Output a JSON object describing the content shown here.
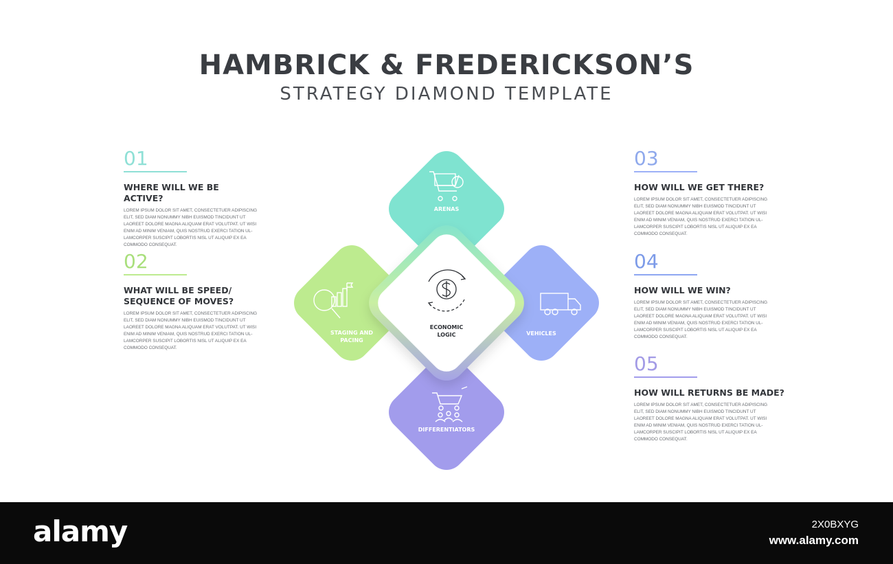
{
  "header": {
    "title": "HAMBRICK & FREDERICKSON’S",
    "subtitle": "STRATEGY DIAMOND TEMPLATE"
  },
  "colors": {
    "teal": "#7fe3d0",
    "green": "#bdeb8f",
    "blue": "#9db0f7",
    "purple": "#a29cec",
    "num01": "#8fe0d6",
    "num02": "#a9df7c",
    "num03": "#8fa9ec",
    "num04": "#7d9be8",
    "num05": "#a39be6"
  },
  "steps": [
    {
      "number": "01",
      "question": "WHERE WILL WE BE ACTIVE?",
      "body": "LOREM IPSUM DOLOR SIT AMET, CONSECTETUER ADIPISCING ELIT, SED DIAM NONUMMY NIBH EUISMOD TINCIDUNT UT LAOREET DOLORE MAGNA ALIQUAM ERAT VOLUTPAT. UT WISI ENIM AD MINIM VENIAM, QUIS NOSTRUD EXERCI TATION UL-LAMCORPER SUSCIPIT LOBORTIS NISL UT ALIQUIP EX EA COMMODO CONSEQUAT."
    },
    {
      "number": "02",
      "question": "WHAT WILL BE SPEED/\nSEQUENCE OF MOVES?",
      "body": "LOREM IPSUM DOLOR SIT AMET, CONSECTETUER ADIPISCING ELIT, SED DIAM NONUMMY NIBH EUISMOD TINCIDUNT UT LAOREET DOLORE MAGNA ALIQUAM ERAT VOLUTPAT. UT WISI ENIM AD MINIM VENIAM, QUIS NOSTRUD EXERCI TATION UL-LAMCORPER SUSCIPIT LOBORTIS NISL UT ALIQUIP EX EA COMMODO CONSEQUAT."
    },
    {
      "number": "03",
      "question": "HOW WILL WE GET THERE?",
      "body": "LOREM IPSUM DOLOR SIT AMET, CONSECTETUER ADIPISCING ELIT, SED DIAM NONUMMY NIBH EUISMOD TINCIDUNT UT LAOREET DOLORE MAGNA ALIQUAM ERAT VOLUTPAT. UT WISI ENIM AD MINIM VENIAM, QUIS NOSTRUD EXERCI TATION UL-LAMCORPER SUSCIPIT LOBORTIS NISL UT ALIQUIP EX EA COMMODO CONSEQUAT."
    },
    {
      "number": "04",
      "question": "HOW WILL WE WIN?",
      "body": "LOREM IPSUM DOLOR SIT AMET, CONSECTETUER ADIPISCING ELIT, SED DIAM NONUMMY NIBH EUISMOD TINCIDUNT UT LAOREET DOLORE MAGNA ALIQUAM ERAT VOLUTPAT. UT WISI ENIM AD MINIM VENIAM, QUIS NOSTRUD EXERCI TATION UL-LAMCORPER SUSCIPIT LOBORTIS NISL UT ALIQUIP EX EA COMMODO CONSEQUAT."
    },
    {
      "number": "05",
      "question": "HOW WILL RETURNS BE MADE?",
      "body": "LOREM IPSUM DOLOR SIT AMET, CONSECTETUER ADIPISCING ELIT, SED DIAM NONUMMY NIBH EUISMOD TINCIDUNT UT LAOREET DOLORE MAGNA ALIQUAM ERAT VOLUTPAT. UT WISI ENIM AD MINIM VENIAM, QUIS NOSTRUD EXERCI TATION UL-LAMCORPER SUSCIPIT LOBORTIS NISL UT ALIQUIP EX EA COMMODO CONSEQUAT."
    }
  ],
  "diamond": {
    "top": {
      "label": "ARENAS",
      "icon": "shopping-cart-icon"
    },
    "left": {
      "label_line1": "STAGING AND",
      "label_line2": "PACING",
      "icon": "chart-magnifier-icon"
    },
    "right": {
      "label": "VEHICLES",
      "icon": "truck-icon"
    },
    "bottom": {
      "label": "DIFFERENTIATORS",
      "icon": "cart-people-icon"
    },
    "center": {
      "label_line1": "ECONOMIC",
      "label_line2": "LOGIC",
      "icon": "dollar-cycle-icon"
    }
  },
  "footer": {
    "brand": "alamy",
    "image_id": "2X0BXYG",
    "site": "www.alamy.com"
  }
}
